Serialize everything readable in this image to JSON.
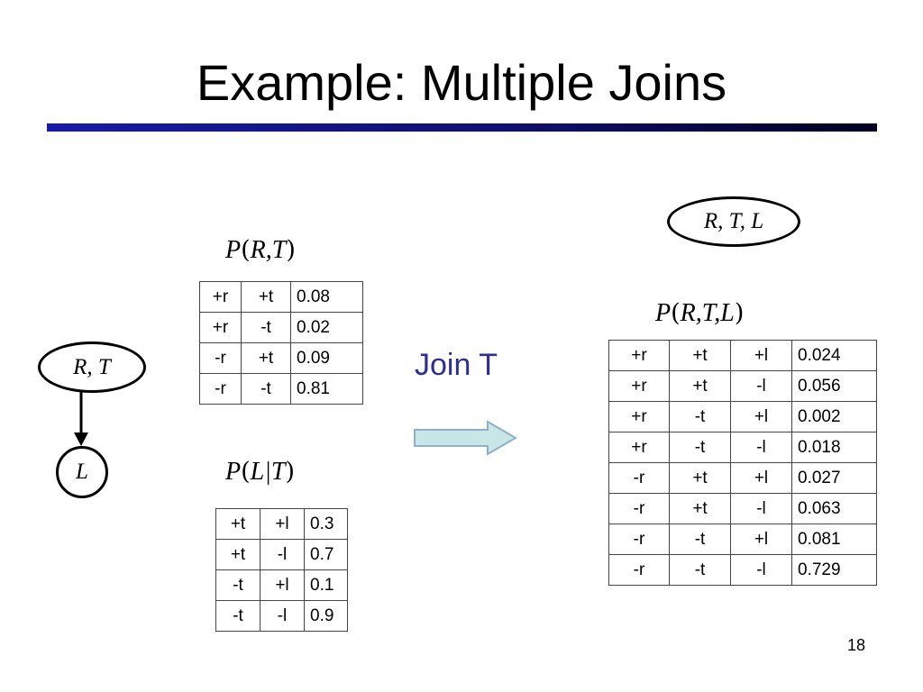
{
  "slide": {
    "title": "Example: Multiple Joins",
    "join_label": "Join T",
    "page_number": "18"
  },
  "bayes_net": {
    "top_node": "R, T",
    "bottom_node": "L"
  },
  "result_node": "R, T, L",
  "table_rt": {
    "label": {
      "fn": "P",
      "vars": "R,T"
    },
    "rows": [
      [
        "+r",
        "+t",
        "0.08"
      ],
      [
        "+r",
        "-t",
        "0.02"
      ],
      [
        "-r",
        "+t",
        "0.09"
      ],
      [
        "-r",
        "-t",
        "0.81"
      ]
    ]
  },
  "table_lt": {
    "label": {
      "fn": "P",
      "vars": "L|T"
    },
    "rows": [
      [
        "+t",
        "+l",
        "0.3"
      ],
      [
        "+t",
        "-l",
        "0.7"
      ],
      [
        "-t",
        "+l",
        "0.1"
      ],
      [
        "-t",
        "-l",
        "0.9"
      ]
    ]
  },
  "table_rtl": {
    "label": {
      "fn": "P",
      "vars": "R,T,L"
    },
    "rows": [
      [
        "+r",
        "+t",
        "+l",
        "0.024"
      ],
      [
        "+r",
        "+t",
        "-l",
        "0.056"
      ],
      [
        "+r",
        "-t",
        "+l",
        "0.002"
      ],
      [
        "+r",
        "-t",
        "-l",
        "0.018"
      ],
      [
        "-r",
        "+t",
        "+l",
        "0.027"
      ],
      [
        "-r",
        "+t",
        "-l",
        "0.063"
      ],
      [
        "-r",
        "-t",
        "+l",
        "0.081"
      ],
      [
        "-r",
        "-t",
        "-l",
        "0.729"
      ]
    ]
  },
  "colors": {
    "title_rule": "#1a1aa8",
    "join_text": "#2e2e96",
    "arrow_fill": "#c8e6e6",
    "arrow_stroke": "#8fb0c8"
  }
}
